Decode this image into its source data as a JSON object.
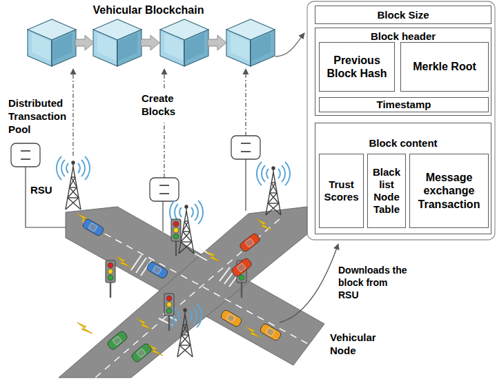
{
  "diagram": {
    "title": "Vehicular Blockchain",
    "nodes": [
      {
        "text": [
          "Block Size"
        ]
      },
      {
        "text": [
          "Block header"
        ]
      },
      {
        "text": [
          "Previous Block Hash"
        ],
        "in": 1
      },
      {
        "text": [
          "Merkle Root"
        ],
        "in": 1
      },
      {
        "text": [
          "Timestamp"
        ],
        "in": 1
      },
      {
        "text": [
          "Block content"
        ]
      },
      {
        "text": [
          "Trust Scores"
        ],
        "in": 5
      },
      {
        "text": [
          "Black list Node Table"
        ],
        "in": 5
      },
      {
        "text": [
          "Message exchange Transaction"
        ],
        "in": 5
      }
    ],
    "labels": [
      "Distributed Transaction Pool",
      "RSU",
      "Create Blocks",
      "Downloads the block from RSU",
      "Vehicular Node"
    ]
  }
}
